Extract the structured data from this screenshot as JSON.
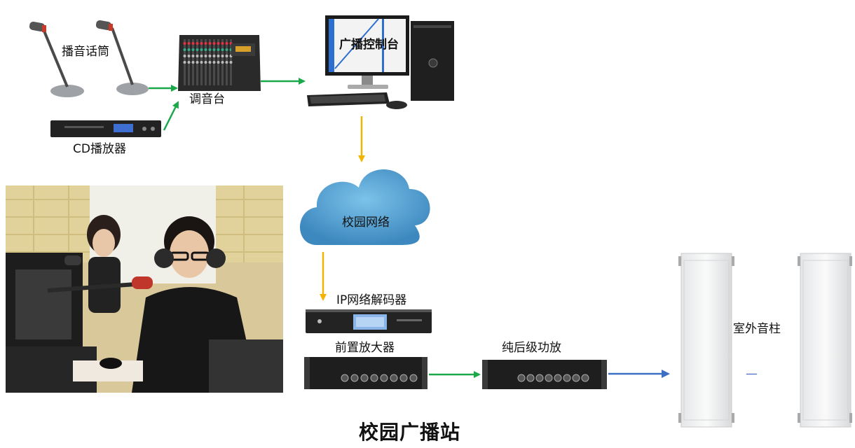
{
  "title": "校园广播站",
  "labels": {
    "microphone": "播音话筒",
    "mixer": "调音台",
    "cd_player": "CD播放器",
    "console": "广播控制台",
    "network": "校园网络",
    "decoder": "IP网络解码器",
    "preamp": "前置放大器",
    "power_amp": "纯后级功放",
    "column_speaker": "室外音柱",
    "dash": "—"
  },
  "colors": {
    "green_arrow": "#1aa84a",
    "yellow_arrow": "#f2b400",
    "blue_arrow": "#3d6fc4",
    "cloud": "#4f9fd0"
  }
}
